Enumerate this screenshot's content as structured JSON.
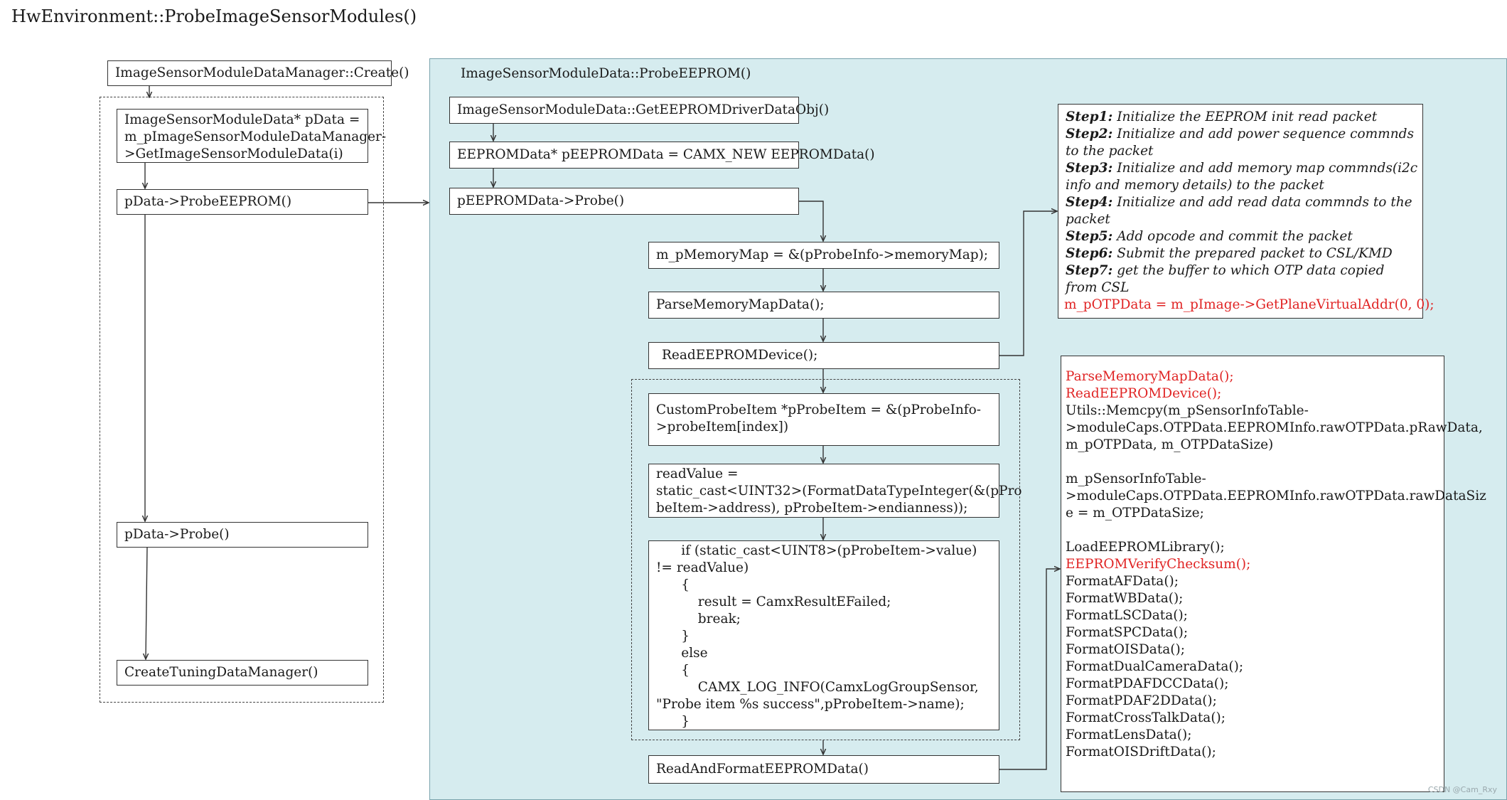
{
  "title": "HwEnvironment::ProbeImageSensorModules()",
  "colors": {
    "panel_bg": "#d6ecef",
    "panel_border": "#7aa3ad",
    "highlight": "#e02424"
  },
  "left": {
    "create": "ImageSensorModuleDataManager::Create()",
    "get_data": [
      "ImageSensorModuleData* pData =",
      "m_pImageSensorModuleDataManager-",
      ">GetImageSensorModuleData(i)"
    ],
    "probe_eeprom": "pData->ProbeEEPROM()",
    "probe": "pData->Probe()",
    "create_tuning": "CreateTuningDataManager()"
  },
  "panel": {
    "title": "ImageSensorModuleData::ProbeEEPROM()",
    "get_driver": "ImageSensorModuleData::GetEEPROMDriverDataObj()",
    "new_eeprom": "EEPROMData* pEEPROMData = CAMX_NEW EEPROMData()",
    "probe": "pEEPROMData->Probe()",
    "memory_map": "m_pMemoryMap = &(pProbeInfo->memoryMap);",
    "parse": "ParseMemoryMapData();",
    "read_device": "ReadEEPROMDevice();",
    "probe_item": [
      "CustomProbeItem *pProbeItem = &(pProbeInfo-",
      ">probeItem[index])"
    ],
    "read_value": [
      "readValue =",
      "static_cast<UINT32>(FormatDataTypeInteger(&(pPro",
      "beItem->address), pProbeItem->endianness));"
    ],
    "if_block": [
      "      if (static_cast<UINT8>(pProbeItem->value)",
      "!= readValue)",
      "      {",
      "          result = CamxResultEFailed;",
      "          break;",
      "      }",
      "      else",
      "      {",
      "          CAMX_LOG_INFO(CamxLogGroupSensor,",
      "\"Probe item %s success\",pProbeItem->name);",
      "      }"
    ],
    "read_format": "ReadAndFormatEEPROMData()"
  },
  "steps": {
    "lines": [
      {
        "b": "Step1:",
        "t": " Initialize the EEPROM init read packet"
      },
      {
        "b": "Step2:",
        "t": " Initialize and add power sequence commnds"
      },
      {
        "b": "",
        "t": "to the packet"
      },
      {
        "b": "Step3:",
        "t": " Initialize and add memory map commnds(i2c"
      },
      {
        "b": "",
        "t": "info and memory details) to the packet"
      },
      {
        "b": "Step4:",
        "t": " Initialize and add read data commnds to the"
      },
      {
        "b": "",
        "t": "packet"
      },
      {
        "b": "Step5:",
        "t": " Add opcode and commit the packet"
      },
      {
        "b": "Step6:",
        "t": " Submit the prepared packet to CSL/KMD"
      },
      {
        "b": "Step7:",
        "t": " get the buffer to which OTP data copied"
      },
      {
        "b": "",
        "t": "from CSL"
      }
    ],
    "red_line": "m_pOTPData = m_pImage->GetPlaneVirtualAddr(0, 0);"
  },
  "format_box": {
    "lines": [
      {
        "t": "ParseMemoryMapData();",
        "red": true
      },
      {
        "t": "ReadEEPROMDevice();",
        "red": true
      },
      {
        "t": "Utils::Memcpy(m_pSensorInfoTable-",
        "red": false
      },
      {
        "t": ">moduleCaps.OTPData.EEPROMInfo.rawOTPData.pRawData,",
        "red": false
      },
      {
        "t": "m_pOTPData, m_OTPDataSize)",
        "red": false
      },
      {
        "t": "",
        "red": false
      },
      {
        "t": "m_pSensorInfoTable-",
        "red": false
      },
      {
        "t": ">moduleCaps.OTPData.EEPROMInfo.rawOTPData.rawDataSiz",
        "red": false
      },
      {
        "t": "e = m_OTPDataSize;",
        "red": false
      },
      {
        "t": "",
        "red": false
      },
      {
        "t": "LoadEEPROMLibrary();",
        "red": false
      },
      {
        "t": "EEPROMVerifyChecksum();",
        "red": true
      },
      {
        "t": "FormatAFData();",
        "red": false
      },
      {
        "t": "FormatWBData();",
        "red": false
      },
      {
        "t": "FormatLSCData();",
        "red": false
      },
      {
        "t": "FormatSPCData();",
        "red": false
      },
      {
        "t": "FormatOISData();",
        "red": false
      },
      {
        "t": "FormatDualCameraData();",
        "red": false
      },
      {
        "t": "FormatPDAFDCCData();",
        "red": false
      },
      {
        "t": "FormatPDAF2DData();",
        "red": false
      },
      {
        "t": "FormatCrossTalkData();",
        "red": false
      },
      {
        "t": "FormatLensData();",
        "red": false
      },
      {
        "t": "FormatOISDriftData();",
        "red": false
      }
    ]
  },
  "watermark": "CSDN @Cam_Rxy"
}
